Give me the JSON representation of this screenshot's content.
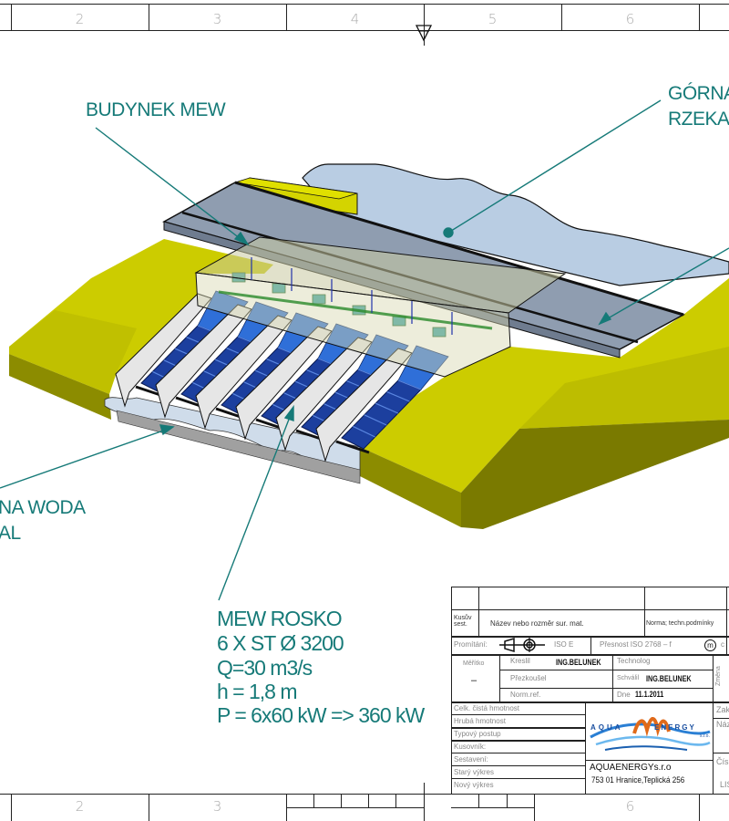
{
  "frame": {
    "top_numbers": [
      "2",
      "3",
      "4",
      "5",
      "6"
    ],
    "bottom_numbers": [
      "2",
      "3",
      "6"
    ]
  },
  "labels": {
    "budynek": "BUDYNEK MEW",
    "gorna_1": "GÓRNA",
    "gorna_2": "RZEKA",
    "dolna_1": "NA WODA",
    "dolna_2": "AL"
  },
  "spec": {
    "line1": "MEW ROSKO",
    "line2": "6 X ST Ø 3200",
    "line3": "Q=30 m3/s",
    "line4": "h = 1,8 m",
    "line5": "P = 6x60 kW =>  360 kW"
  },
  "title_block": {
    "kusov": "Kusův sest.",
    "nazev": "Název nebo rozměr sur. mat.",
    "norma": "Norma; techn.podmínky",
    "promitani": "Promítání:",
    "iso_e": "ISO  E",
    "presnost": "Přesnost  ISO  2768  –  f",
    "presnost_m": "m",
    "presnost_c": "c",
    "meritko": "Měřítko",
    "meritko_value": "–",
    "kreslil": "Kreslil",
    "kreslil_value": "ING.BELUNEK",
    "prezkousel": "Přezkoušel",
    "normref": "Norm.ref.",
    "technolog": "Technolog",
    "schvalil": "Schválil",
    "schvalil_value": "ING.BELUNEK",
    "dne": "Dne",
    "dne_value": "11.1.2011",
    "zmena": "Změna",
    "rows": [
      "Celk. čistá hmotnost",
      "Hrubá hmotnost",
      "Typový postup",
      "Kusovník:",
      "Sestavení:",
      "Starý výkres",
      "Nový výkres"
    ],
    "right_rows": [
      "Zak",
      "Náz",
      "Čís",
      "LIS"
    ],
    "logo_text_left": "AQUA",
    "logo_text_right": "ENERGY",
    "logo_suffix": "s.r.o.",
    "company": "AQUAENERGYs.r.o",
    "address": "753 01 Hranice,Teplická 256"
  },
  "colors": {
    "label_teal": "#167a78",
    "bank_yellow": "#cccc00",
    "bank_face": "#8c8c00",
    "water": "#b9cde3",
    "turbine_blue": "#1c3f9e"
  }
}
